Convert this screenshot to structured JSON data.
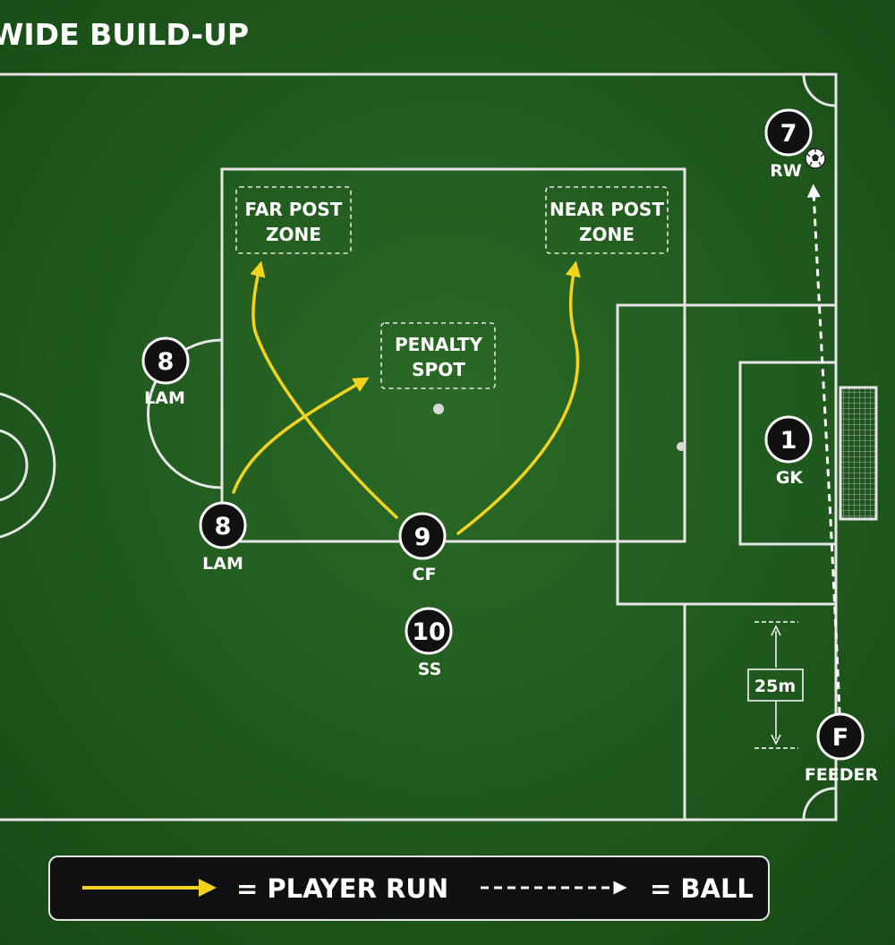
{
  "title": "WIDE BUILD-UP",
  "zones": {
    "far_post": [
      "FAR POST",
      "ZONE"
    ],
    "near_post": [
      "NEAR POST",
      "ZONE"
    ],
    "penalty_spot": [
      "PENALTY",
      "SPOT"
    ]
  },
  "players": {
    "rw": {
      "number": "7",
      "role": "RW"
    },
    "lam_top": {
      "number": "8",
      "role": "LAM"
    },
    "lam_bottom": {
      "number": "8",
      "role": "LAM"
    },
    "cf": {
      "number": "9",
      "role": "CF"
    },
    "ss": {
      "number": "10",
      "role": "SS"
    },
    "gk": {
      "number": "1",
      "role": "GK"
    },
    "feeder": {
      "number": "F",
      "role": "FEEDER"
    }
  },
  "distance_label": "25m",
  "legend": {
    "player_run": "= PLAYER RUN",
    "ball": "= BALL"
  },
  "colors": {
    "pitch": "#1f5a1d",
    "lines": "#e6e6e6",
    "player_run": "#f2d41f",
    "ball_path": "#ffffff",
    "player_token": "#111111"
  }
}
